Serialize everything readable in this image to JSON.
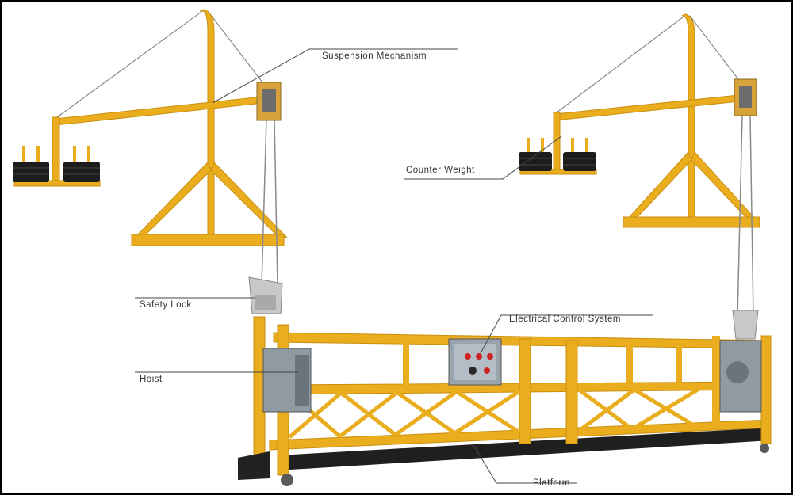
{
  "labels": {
    "suspension_mechanism": "Suspension Mechanism",
    "counter_weight": "Counter Weight",
    "safety_lock": "Safety Lock",
    "hoist": "Hoist",
    "electrical_control_system": "Electrical Control System",
    "platform": "Platform"
  },
  "colors": {
    "steel_yellow": "#e9ad1e",
    "steel_shade": "#c98f10",
    "counterweight": "#1c1c1c",
    "cable": "#8a8a8a",
    "control_box": "#9aa4ad",
    "leader_line": "#444444"
  }
}
